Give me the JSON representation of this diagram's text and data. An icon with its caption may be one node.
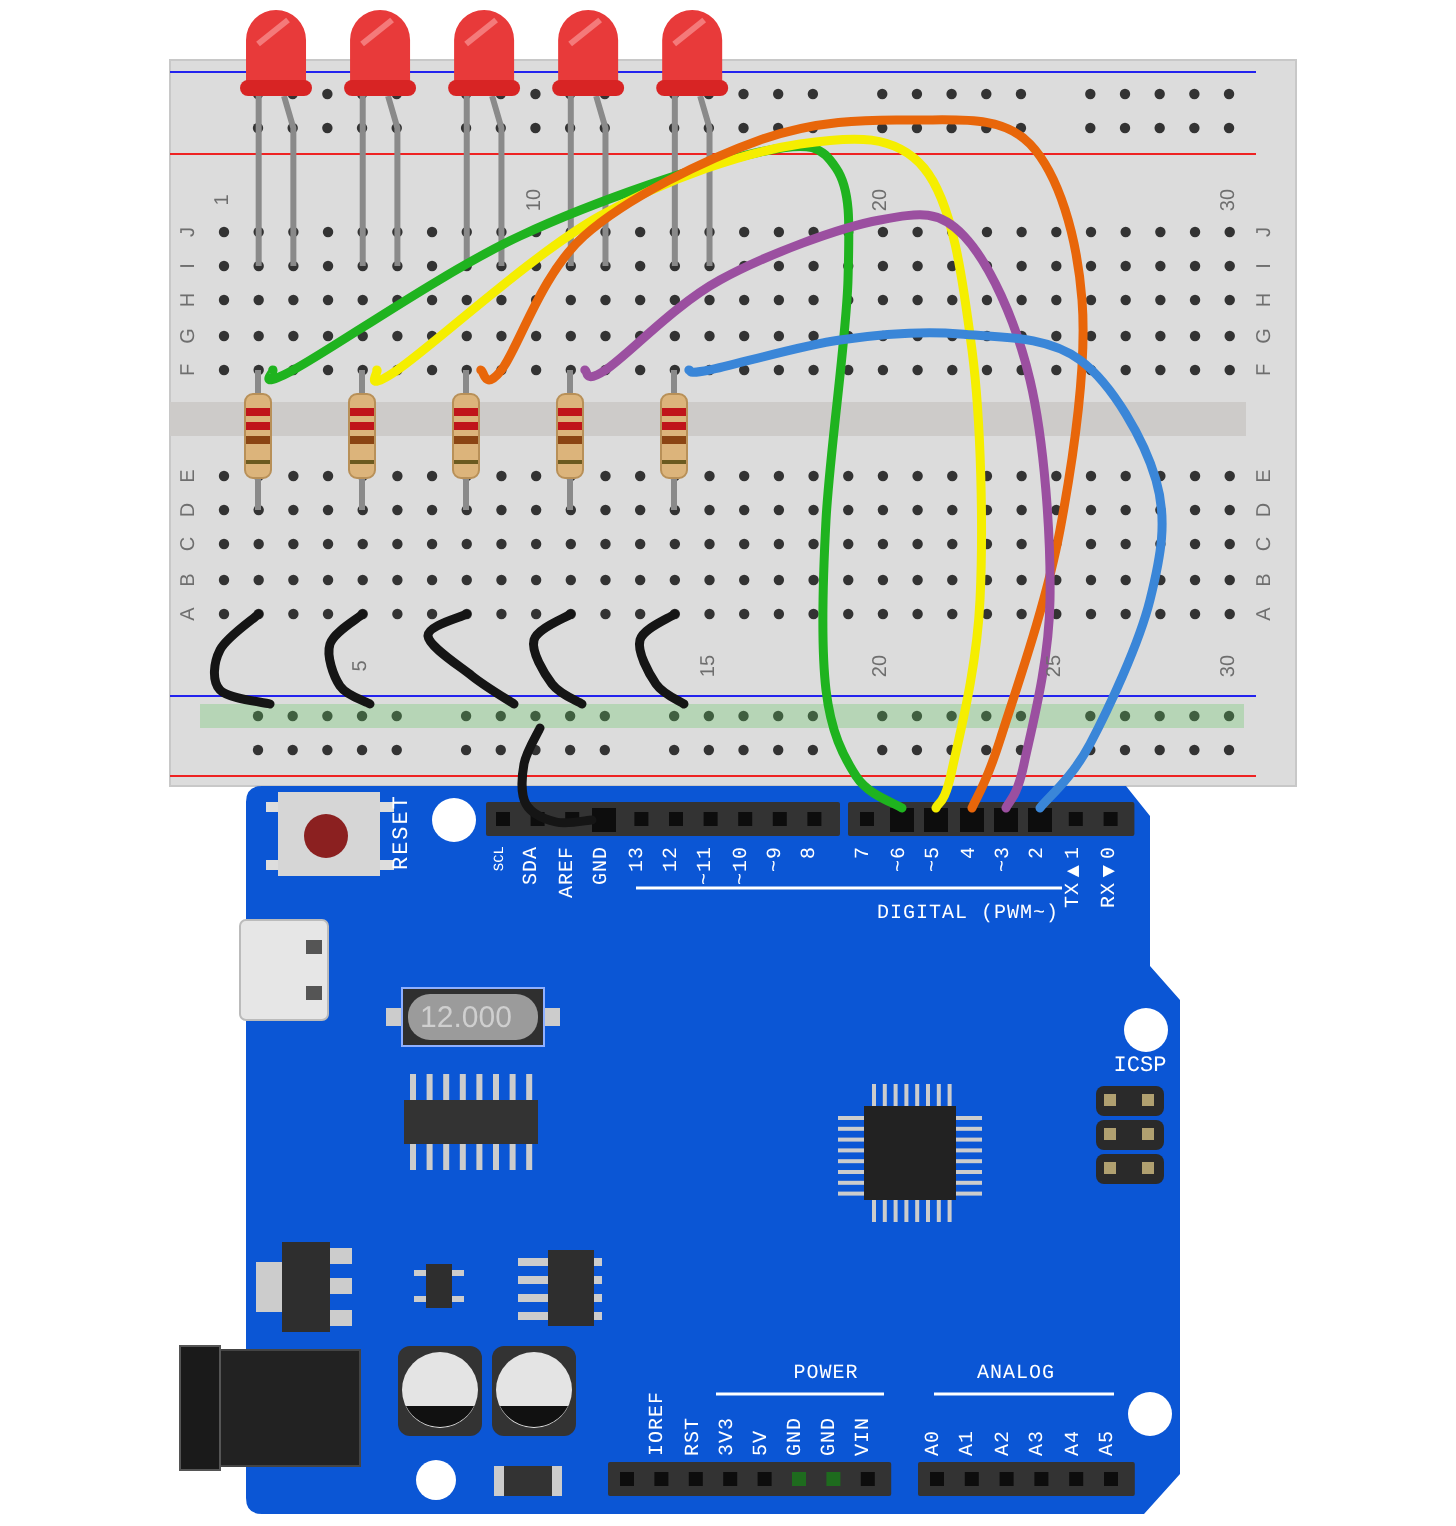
{
  "diagram": {
    "nodes": [
      {
        "text": [],
        "shape": "bar"
      },
      {
        "text": [],
        "shape": "box",
        "beside": [
          "GND"
        ]
      },
      {
        "text": [],
        "shape": "box",
        "beside": [
          "~6"
        ]
      },
      {
        "text": [],
        "shape": "box",
        "beside": [
          "~5"
        ]
      },
      {
        "text": [],
        "shape": "box",
        "beside": [
          "4"
        ]
      },
      {
        "text": [],
        "shape": "box",
        "beside": [
          "~3"
        ]
      },
      {
        "text": [],
        "shape": "box",
        "beside": [
          "2"
        ]
      },
      {
        "text": [],
        "shape": "resistor"
      },
      {
        "text": [],
        "shape": "resistor"
      },
      {
        "text": [],
        "shape": "resistor"
      },
      {
        "text": [],
        "shape": "resistor"
      },
      {
        "text": [],
        "shape": "resistor"
      }
    ],
    "edges": [
      {
        "from": null,
        "to": 0,
        "arrow": "none"
      },
      {
        "from": null,
        "to": 0,
        "arrow": "none"
      },
      {
        "from": null,
        "to": 0,
        "arrow": "none"
      },
      {
        "from": null,
        "to": 0,
        "arrow": "none"
      },
      {
        "from": null,
        "to": 0,
        "arrow": "none"
      },
      {
        "from": 0,
        "to": 1,
        "arrow": "none"
      },
      {
        "from": 7,
        "to": 2,
        "arrow": "none",
        "color": "#1fb31f"
      },
      {
        "from": 8,
        "to": 3,
        "arrow": "none",
        "color": "#f5ee00"
      },
      {
        "from": 9,
        "to": 4,
        "arrow": "none",
        "color": "#e8660a"
      },
      {
        "from": 10,
        "to": 5,
        "arrow": "none",
        "color": "#9b4fa0"
      },
      {
        "from": 11,
        "to": 6,
        "arrow": "none",
        "color": "#3a86d8"
      }
    ],
    "labels": [
      "1",
      "10",
      "20",
      "30",
      "J",
      "I",
      "H",
      "G",
      "F",
      "J",
      "I",
      "H",
      "G",
      "F",
      "E",
      "D",
      "C",
      "B",
      "A",
      "E",
      "D",
      "C",
      "B",
      "A",
      "5",
      "15",
      "20",
      "25",
      "30",
      "RESET",
      "SCL",
      "SDA",
      "AREF",
      "13",
      "12",
      "~11",
      "~10",
      "~9",
      "8",
      "7",
      "TX▶1",
      "RX◀0",
      "DIGITAL (PWM~)",
      "12.000",
      "ICSP",
      "POWER",
      "ANALOG",
      "IOREF",
      "RST",
      "3V3",
      "5V",
      "GND",
      "GND",
      "VIN",
      "A0",
      "A1",
      "A2",
      "A3",
      "A4",
      "A5"
    ]
  }
}
